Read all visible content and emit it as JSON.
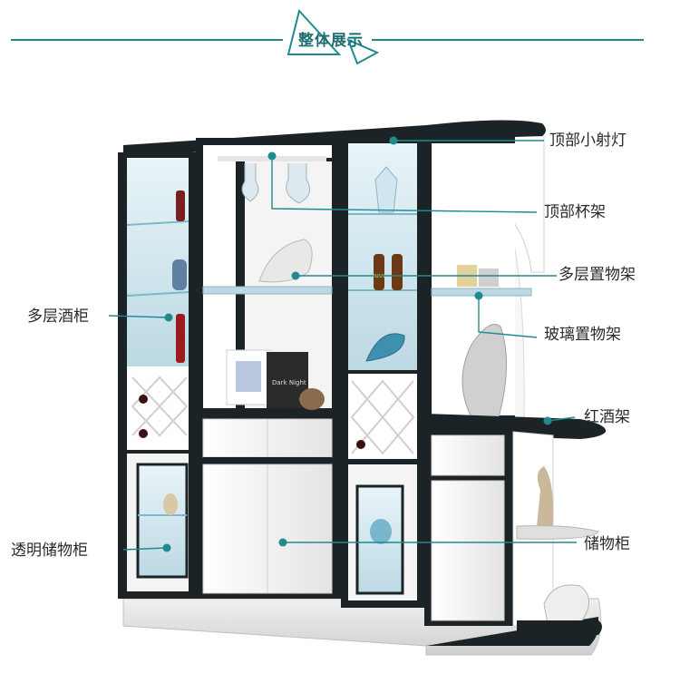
{
  "header": {
    "title": "整体展示"
  },
  "colors": {
    "accent": "#1f8a8f",
    "frame": "#1c2326",
    "panel": "#f2f2f2",
    "glass": "#cfe6ee"
  },
  "labels": {
    "top_spotlight": "顶部小射灯",
    "top_glass_rack": "顶部杯架",
    "multi_shelf": "多层置物架",
    "glass_shelf": "玻璃置物架",
    "wine_rack": "红酒架",
    "storage_cabinet": "储物柜",
    "multi_wine_cabinet": "多层酒柜",
    "clear_storage_cabinet": "透明储物柜"
  },
  "decor": {
    "book_title": "Dark Night",
    "bottle_brand": "Duvel"
  }
}
